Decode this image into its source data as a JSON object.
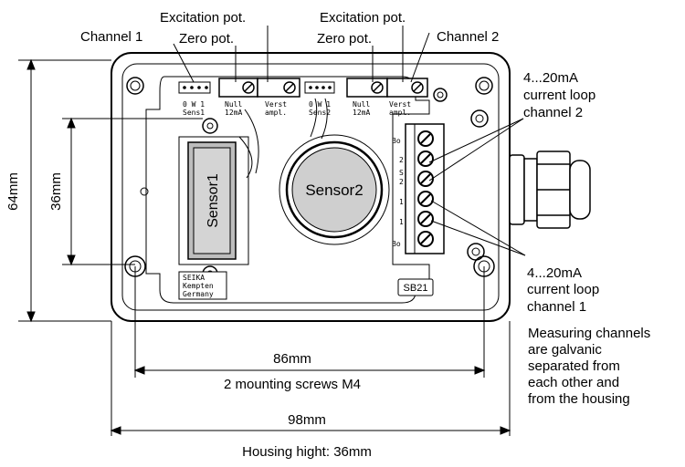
{
  "labels": {
    "excitation_pot_1": "Excitation pot.",
    "zero_pot_1": "Zero pot.",
    "channel_1": "Channel 1",
    "excitation_pot_2": "Excitation pot.",
    "zero_pot_2": "Zero pot.",
    "channel_2": "Channel 2",
    "current_loop_ch2": [
      "4...20mA",
      "current loop",
      "channel 2"
    ],
    "current_loop_ch1": [
      "4...20mA",
      "current loop",
      "channel 1"
    ],
    "galvanic_note": [
      "Measuring channels",
      "are galvanic",
      "separated from",
      "each other and",
      "from the housing"
    ]
  },
  "dimensions": {
    "height_total": "64mm",
    "height_screws": "36mm",
    "width_screws": "86mm",
    "mounting_screws": "2 mounting screws M4",
    "width_total": "98mm",
    "housing_height": "Housing hight: 36mm"
  },
  "board": {
    "sensor1": "Sensor1",
    "sensor2": "Sensor2",
    "model": "SB21",
    "maker": [
      "SEIKA",
      "Kempten",
      "Germany"
    ],
    "silk_ch1_left": [
      "0 W 1",
      "Sens1"
    ],
    "silk_ch1_null": [
      "Null",
      "12mA"
    ],
    "silk_ch1_verst": [
      "Verst",
      "ampl."
    ],
    "silk_ch2_left": [
      "0 W 1",
      "Sens2"
    ],
    "silk_ch2_null": [
      "Null",
      "12mA"
    ],
    "silk_ch2_verst": [
      "Verst",
      "ampl."
    ],
    "terminal_marks": [
      "Bo",
      "2",
      "S",
      "2",
      "1",
      "1",
      "Bo"
    ]
  }
}
